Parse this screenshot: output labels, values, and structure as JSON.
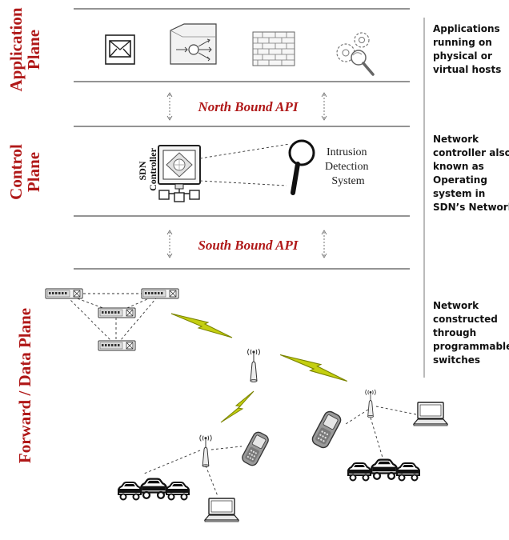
{
  "planes": {
    "application": [
      "Application",
      "Plane"
    ],
    "control": [
      "Control",
      "Plane"
    ],
    "data": "Forward / Data Plane"
  },
  "apis": {
    "north": "North Bound API",
    "south": "South Bound API"
  },
  "descriptions": {
    "application": [
      "Applications",
      "running on",
      "physical or",
      "virtual hosts"
    ],
    "control": [
      "Network",
      "controller also",
      "known as",
      "Operating",
      "system in",
      "SDN’s Network"
    ],
    "data": [
      "Network",
      "constructed",
      "through",
      "programmable",
      "switches"
    ]
  },
  "controller": {
    "label": [
      "SDN",
      "Controller"
    ]
  },
  "ids": {
    "label": [
      "Intrusion",
      "Detection",
      "System"
    ]
  },
  "icons": {
    "applications": [
      "envelope-icon",
      "router-icon",
      "firewall-icon",
      "gears-search-icon"
    ],
    "control": [
      "computer-icon",
      "magnifier-icon"
    ],
    "data": [
      "switch-icon",
      "antenna-icon",
      "lightning-icon",
      "car-icon",
      "laptop-icon",
      "phone-icon"
    ]
  },
  "colors": {
    "plane_label": "#b01818",
    "lightning": "#b5c200",
    "description": "#111111"
  }
}
